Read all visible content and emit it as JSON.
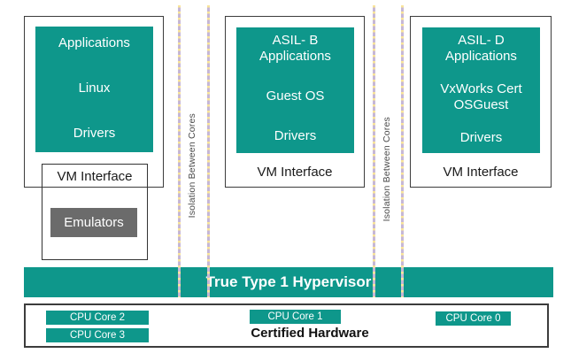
{
  "diagram": {
    "columns": [
      {
        "stack": [
          "Applications",
          "Linux",
          "Drivers"
        ],
        "vm_label": "VM Interface",
        "emulators_label": "Emulators"
      },
      {
        "stack": [
          "ASIL- B\nApplications",
          "Guest OS",
          "Drivers"
        ],
        "vm_label": "VM Interface"
      },
      {
        "stack": [
          "ASIL- D\nApplications",
          "VxWorks Cert\nOSGuest",
          "Drivers"
        ],
        "vm_label": "VM Interface"
      }
    ],
    "isolation_labels": [
      "Isolation Between Cores",
      "Isolation Between Cores"
    ],
    "hypervisor_label": "True Type 1 Hypervisor",
    "hardware": {
      "label": "Certified Hardware",
      "cores": [
        "CPU Core 2",
        "CPU Core 3",
        "CPU Core 1",
        "CPU Core 0"
      ]
    },
    "colors": {
      "teal": "#0e978b",
      "emulator_gray": "#6b6b6b",
      "dash_yellow": "#f9e59b",
      "dash_purple": "#c6b7d6",
      "border_dark": "#3c3c3c"
    }
  }
}
